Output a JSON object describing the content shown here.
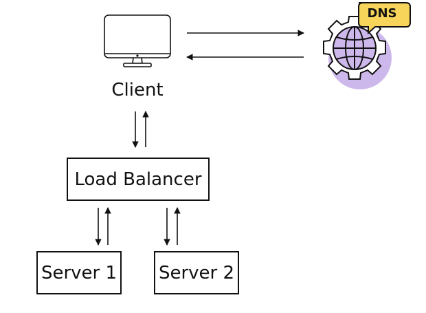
{
  "client": {
    "label": "Client"
  },
  "dns": {
    "label": "DNS"
  },
  "load_balancer": {
    "label": "Load Balancer"
  },
  "servers": [
    {
      "label": "Server 1"
    },
    {
      "label": "Server 2"
    }
  ],
  "colors": {
    "stroke": "#111111",
    "dns_badge": "#f7d45a",
    "dns_globe": "#cdb8ec",
    "background": "#ffffff"
  }
}
